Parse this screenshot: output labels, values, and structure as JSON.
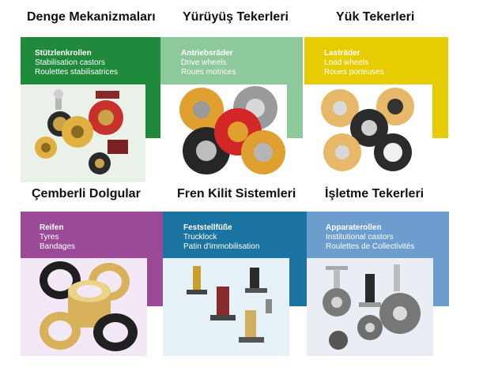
{
  "headings": [
    "Denge Mekanizmaları",
    "Yürüyüş Tekerleri",
    "Yük Tekerleri",
    "Çemberli Dolgular",
    "Fren Kilit Sistemleri",
    "İşletme Tekerleri"
  ],
  "tiles": [
    {
      "title": "Stützlenkrollen",
      "line2": "Stabilisation castors",
      "line3": "Roulettes stabilisatrices",
      "color": "#1f8a3c"
    },
    {
      "title": "Antriebsräder",
      "line2": "Drive wheels",
      "line3": "Roues motrices",
      "color": "#8dc99a"
    },
    {
      "title": "Lasträder",
      "line2": "Load wheels",
      "line3": "Roues porteuses",
      "color": "#e6cc00"
    },
    {
      "title": "Reifen",
      "line2": "Tyres",
      "line3": "Bandages",
      "color": "#9b4a97"
    },
    {
      "title": "Feststellfüße",
      "line2": "Trucklock",
      "line3": "Patin d'immobilisation",
      "color": "#1a73a0"
    },
    {
      "title": "Apparaterollen",
      "line2": "Institutional castors",
      "line3": "Roulettes de Collectivités",
      "color": "#6d9ccf"
    }
  ]
}
